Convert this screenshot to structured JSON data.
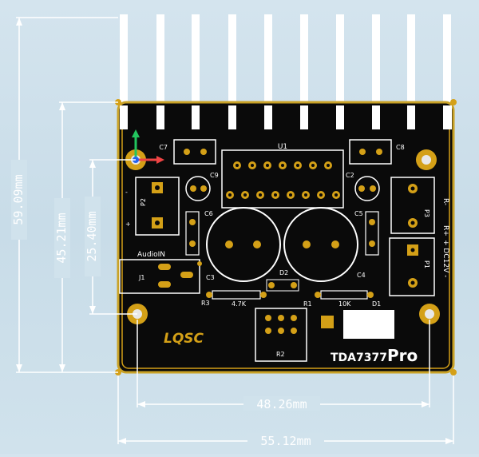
{
  "dimensions": {
    "height_total": "59.09mm",
    "height_mid": "45.21mm",
    "height_small": "25.40mm",
    "width_holes": "48.26mm",
    "width_total": "55.12mm"
  },
  "board": {
    "title_main": "TDA7377",
    "title_suffix": "Pro",
    "brand": "LQSC",
    "audio_label": "AudioIN",
    "ic_label": "U1",
    "dc_label": "+ DC12V -",
    "r_minus": "R-",
    "r_plus": "R+"
  },
  "components": {
    "c7": "C7",
    "c8": "C8",
    "c9": "C9",
    "c2": "C2",
    "c6": "C6",
    "c5": "C5",
    "c3": "C3",
    "c4": "C4",
    "p2": "P2",
    "p3": "P3",
    "p1": "P1",
    "j1": "J1",
    "d2": "D2",
    "d1": "D1",
    "r1": "R1",
    "r2": "R2",
    "r3": "R3",
    "r_47k": "4.7K",
    "r_10k": "10K"
  },
  "colors": {
    "board": "#0a0a0a",
    "copper": "#d4a017",
    "silk": "#ffffff",
    "heatsink": "#ffffff",
    "dim_line": "#ffffff",
    "background": "#d0e2ec"
  }
}
